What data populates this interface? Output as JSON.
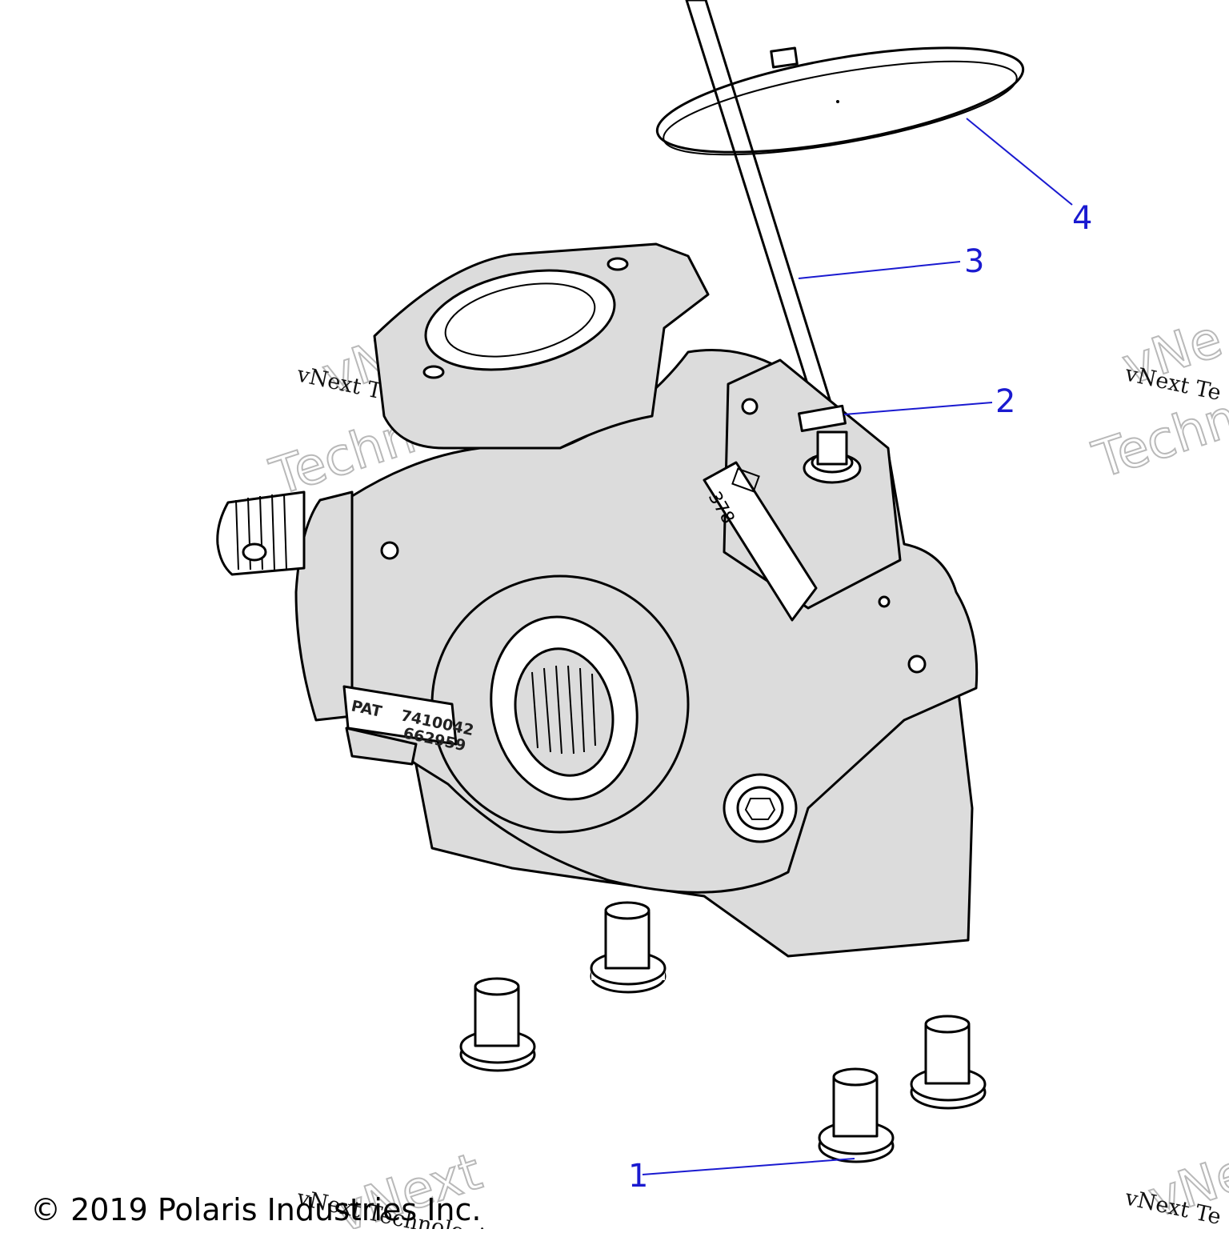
{
  "callouts": [
    {
      "id": "1",
      "label": "1"
    },
    {
      "id": "2",
      "label": "2"
    },
    {
      "id": "3",
      "label": "3"
    },
    {
      "id": "4",
      "label": "4"
    }
  ],
  "casting_text": {
    "line1": "PAT",
    "line2": "7410042",
    "line3": "662959"
  },
  "decal": {
    "number": "378"
  },
  "watermark": {
    "big_line1": "vNext",
    "big_line2": "Technologies",
    "small": "vNext Technologies",
    "small_partial": "vNext Te",
    "big_partial_line1": "vNe",
    "big_partial_line2": "Technolo"
  },
  "copyright": "© 2019 Polaris Industries Inc.",
  "colors": {
    "callout": "#1a1ad0",
    "part_fill": "#dcdcdc",
    "watermark": "#b9b9b9"
  }
}
